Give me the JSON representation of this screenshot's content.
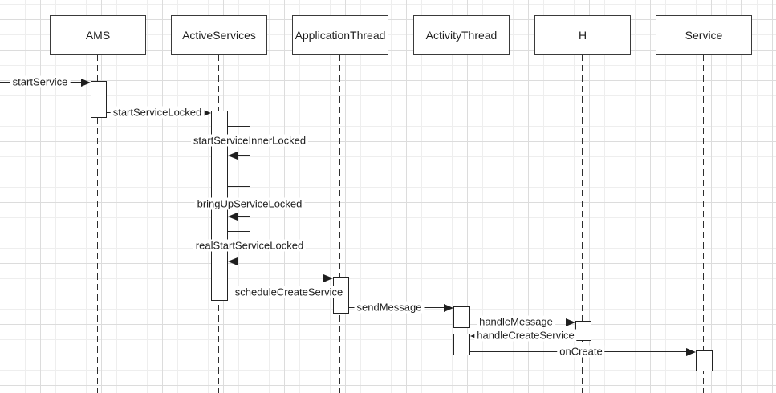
{
  "diagram": {
    "type": "uml-sequence",
    "lifelines": [
      {
        "name": "AMS"
      },
      {
        "name": "ActiveServices"
      },
      {
        "name": "ApplicationThread"
      },
      {
        "name": "ActivityThread"
      },
      {
        "name": "H"
      },
      {
        "name": "Service"
      }
    ],
    "messages": [
      {
        "label": "startService",
        "from": "external",
        "to": "AMS",
        "kind": "call"
      },
      {
        "label": "startServiceLocked",
        "from": "AMS",
        "to": "ActiveServices",
        "kind": "call"
      },
      {
        "label": "startServiceInnerLocked",
        "from": "ActiveServices",
        "to": "ActiveServices",
        "kind": "self"
      },
      {
        "label": "bringUpServiceLocked",
        "from": "ActiveServices",
        "to": "ActiveServices",
        "kind": "self"
      },
      {
        "label": "realStartServiceLocked",
        "from": "ActiveServices",
        "to": "ActiveServices",
        "kind": "self"
      },
      {
        "label": "scheduleCreateService",
        "from": "ActiveServices",
        "to": "ApplicationThread",
        "kind": "call"
      },
      {
        "label": "sendMessage",
        "from": "ApplicationThread",
        "to": "ActivityThread",
        "kind": "call"
      },
      {
        "label": "handleMessage",
        "from": "ActivityThread",
        "to": "H",
        "kind": "call"
      },
      {
        "label": "handleCreateService",
        "from": "H",
        "to": "ActivityThread",
        "kind": "call"
      },
      {
        "label": "onCreate",
        "from": "ActivityThread",
        "to": "Service",
        "kind": "call"
      }
    ],
    "colors": {
      "line": "#262626",
      "box_border": "#3a3a3a",
      "box_fill": "#ffffff",
      "text": "#1f1f1f",
      "grid_minor": "#eeeeee",
      "grid_major": "#dcdcdc",
      "canvas": "#ffffff"
    }
  }
}
